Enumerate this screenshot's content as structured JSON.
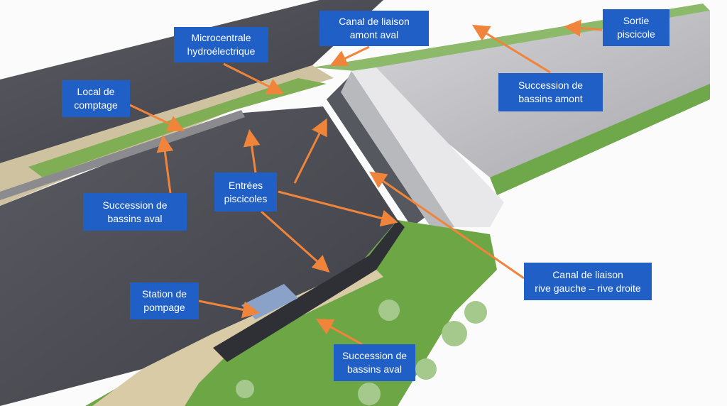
{
  "colors": {
    "label_bg": "#1f5fc6",
    "arrow": "#f0843a",
    "water_down": "#4d4e55",
    "water_up": "#bdbdc2",
    "grass": "#6fa84a"
  },
  "labels": {
    "canal_amont_aval": [
      "Canal de liaison",
      "amont aval"
    ],
    "microcentrale": [
      "Microcentrale",
      "hydroélectrique"
    ],
    "sortie": [
      "Sortie",
      "piscicole"
    ],
    "local_comptage": [
      "Local de",
      "comptage"
    ],
    "bassins_amont": [
      "Succession de",
      "bassins amont"
    ],
    "entrees": [
      "Entrées",
      "piscicoles"
    ],
    "bassins_aval_left": [
      "Succession de",
      "bassins aval"
    ],
    "canal_rive": [
      "Canal de liaison",
      "rive gauche – rive droite"
    ],
    "station": [
      "Station de",
      "pompage"
    ],
    "bassins_aval_bottom": [
      "Succession de",
      "bassins aval"
    ]
  }
}
